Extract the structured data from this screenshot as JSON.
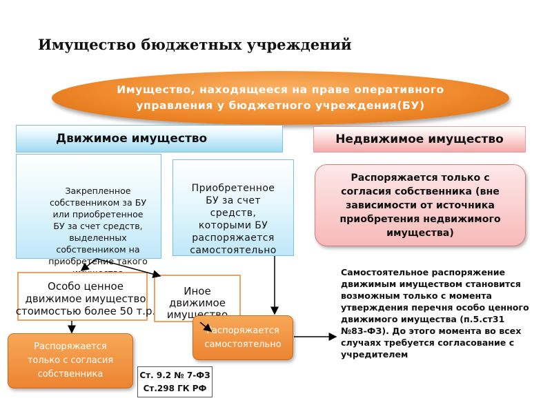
{
  "title": "Имущество бюджетных учреждений",
  "top_oval": "Имущество, находящееся  на праве оперативного\nуправления у бюджетного учреждения(БУ)",
  "movable_header": "Движимое имущество",
  "immovable_header": "Недвижимое имущество",
  "movable_box_1": "Закрепленное\nсобственником за БУ\nили приобретенное\nБУ за счет средств,\nвыделенных\nсобственником на\nприобретение такого\nимущества",
  "movable_box_2": "Приобретенное\nБУ за счет\nсредств,\nкоторыми БУ\nраспоряжается\nсамостоятельно",
  "immovable_rule": "Распоряжается только с\nсогласия собственника (вне\nзависимости от источника\nприобретения недвижимого\nимущества)",
  "valuable_box": "Особо ценное\nдвижимое имущество\nстоимостью более 50 т.р.",
  "other_box": "Иное\nдвижимое\nимущество",
  "owner_consent_box": "Распоряжается\nтолько с согласия\nсобственника",
  "independent_box": "Распоряжается\nсамостоятельно",
  "note": "Самостоятельное распоряжение\nдвижимым имуществом становится\nвозможным только с момента\nутверждения перечня особо ценного\nдвижимого имущества (п.5.ст31\n№83-ФЗ). До этого момента во всех\nслучаях требуется согласование с\nучредителем",
  "law_refs": [
    "Ст. 9.2 № 7-ФЗ",
    "Ст.298 ГК РФ"
  ],
  "colors": {
    "orange": "#f08a2c",
    "blue_fill": "#bfe7f8",
    "pink_fill": "#f8b9b9",
    "orange_border": "#f0a060"
  }
}
